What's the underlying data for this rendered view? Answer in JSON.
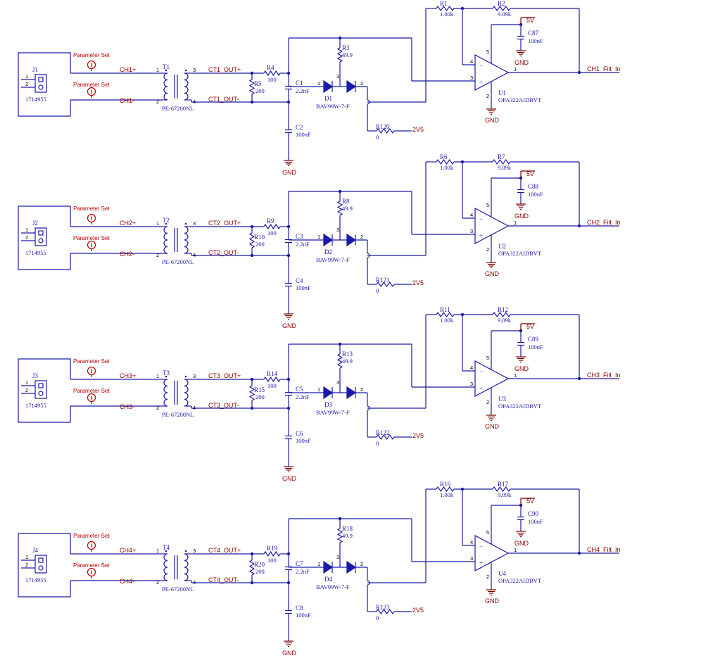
{
  "channels": [
    {
      "conn": "J1",
      "conn_val": "1714955",
      "xfmr": "T1",
      "xfmr_val": "PE-67200NL",
      "net_p": "CH1+",
      "net_n": "CH1-",
      "ct_p": "CT1_OUT+",
      "ct_n": "CT1_OUT-",
      "r_ser": "R4",
      "r_ser_val": "100",
      "r_shunt": "R5",
      "r_shunt_val": "200",
      "c_a": "C1",
      "c_a_val": "2.2nF",
      "c_b": "C2",
      "c_b_val": "100nF",
      "r_top": "R3",
      "r_top_val": "49.9",
      "diode": "D1",
      "diode_val": "BAV99W-7-F",
      "r_bias": "R120",
      "r_bias_val": "0",
      "r_in": "R1",
      "r_in_val": "1.00k",
      "r_fb": "R2",
      "r_fb_val": "9.09k",
      "c_dec": "C87",
      "c_dec_val": "100nF",
      "opamp": "U1",
      "opamp_val": "OPA322AIDBVT",
      "out_net": "CH1_Filt_In",
      "param": "Parameter Set"
    },
    {
      "conn": "J2",
      "conn_val": "1714955",
      "xfmr": "T2",
      "xfmr_val": "PE-67200NL",
      "net_p": "CH2+",
      "net_n": "CH2-",
      "ct_p": "CT2_OUT+",
      "ct_n": "CT2_OUT-",
      "r_ser": "R9",
      "r_ser_val": "100",
      "r_shunt": "R10",
      "r_shunt_val": "200",
      "c_a": "C3",
      "c_a_val": "2.2nF",
      "c_b": "C4",
      "c_b_val": "100nF",
      "r_top": "R8",
      "r_top_val": "49.9",
      "diode": "D2",
      "diode_val": "BAV99W-7-F",
      "r_bias": "R121",
      "r_bias_val": "0",
      "r_in": "R6",
      "r_in_val": "1.00k",
      "r_fb": "R7",
      "r_fb_val": "9.09k",
      "c_dec": "C88",
      "c_dec_val": "100nF",
      "opamp": "U2",
      "opamp_val": "OPA322AIDBVT",
      "out_net": "CH2_Filt_In",
      "param": "Parameter Set"
    },
    {
      "conn": "J3",
      "conn_val": "1714955",
      "xfmr": "T3",
      "xfmr_val": "PE-67200NL",
      "net_p": "CH3+",
      "net_n": "CH3-",
      "ct_p": "CT3_OUT+",
      "ct_n": "CT3_OUT-",
      "r_ser": "R14",
      "r_ser_val": "100",
      "r_shunt": "R15",
      "r_shunt_val": "200",
      "c_a": "C5",
      "c_a_val": "2.2nF",
      "c_b": "C6",
      "c_b_val": "100nF",
      "r_top": "R13",
      "r_top_val": "49.9",
      "diode": "D3",
      "diode_val": "BAV99W-7-F",
      "r_bias": "R122",
      "r_bias_val": "0",
      "r_in": "R11",
      "r_in_val": "1.00k",
      "r_fb": "R12",
      "r_fb_val": "9.09k",
      "c_dec": "C89",
      "c_dec_val": "100nF",
      "opamp": "U3",
      "opamp_val": "OPA322AIDBVT",
      "out_net": "CH3_Filt_In",
      "param": "Parameter Set"
    },
    {
      "conn": "J4",
      "conn_val": "1714955",
      "xfmr": "T4",
      "xfmr_val": "PE-67200NL",
      "net_p": "CH4+",
      "net_n": "CH4-",
      "ct_p": "CT4_OUT+",
      "ct_n": "CT4_OUT-",
      "r_ser": "R19",
      "r_ser_val": "100",
      "r_shunt": "R20",
      "r_shunt_val": "200",
      "c_a": "C7",
      "c_a_val": "2.2nF",
      "c_b": "C8",
      "c_b_val": "100nF",
      "r_top": "R18",
      "r_top_val": "49.9",
      "diode": "D4",
      "diode_val": "BAV99W-7-F",
      "r_bias": "R123",
      "r_bias_val": "0",
      "r_in": "R16",
      "r_in_val": "1.00k",
      "r_fb": "R17",
      "r_fb_val": "9.09k",
      "c_dec": "C90",
      "c_dec_val": "100nF",
      "opamp": "U4",
      "opamp_val": "OPA322AIDBVT",
      "out_net": "CH4_Filt_In",
      "param": "Parameter Set"
    }
  ],
  "power": {
    "vcc": "5V",
    "gnd": "GND",
    "bias": "2V5"
  },
  "colors": {
    "wire": "#1a1aa6",
    "net_label": "#8b0000",
    "param": "#c00000"
  },
  "icons": {
    "ground": "ground-symbol-icon",
    "param_marker": "parameter-set-icon",
    "diode": "diode-icon",
    "resistor": "resistor-icon",
    "capacitor": "capacitor-icon",
    "transformer": "transformer-icon",
    "opamp": "opamp-icon",
    "connector": "connector-icon"
  }
}
